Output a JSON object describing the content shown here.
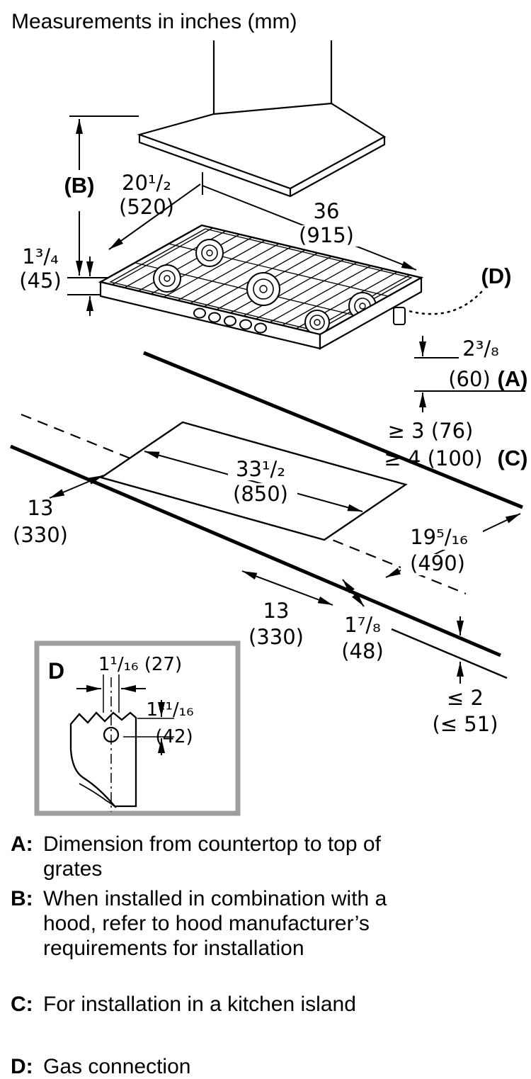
{
  "title": "Measurements in inches (mm)",
  "colors": {
    "ink": "#000000",
    "detail_box_border": "#9e9e9e"
  },
  "labels": {
    "b": "(B)",
    "d": "(D)",
    "a": "(A)",
    "c": "(C)",
    "detail": "D"
  },
  "dims": {
    "hood_width": {
      "v": "20¹/₂",
      "mm": "(520)"
    },
    "top_width": {
      "v": "36",
      "mm": "(915)"
    },
    "grate_h": {
      "v": "1³/₄",
      "mm": "(45)"
    },
    "a_height": {
      "v": "2³/₈",
      "mm": "(60)"
    },
    "min_back": "≥ 3 (76)",
    "min_island": "≥ 4 (100)",
    "cutout_w": {
      "v": "33¹/₂",
      "mm": "(850)"
    },
    "side_13": {
      "v": "13",
      "mm": "(330)"
    },
    "cutout_d": {
      "v": "19⁵/₁₆",
      "mm": "(490)"
    },
    "front_13": {
      "v": "13",
      "mm": "(330)"
    },
    "front_edge": {
      "v": "1⁷/₈",
      "mm": "(48)"
    },
    "thickness": {
      "v": "≤ 2",
      "mm": "(≤ 51)"
    },
    "detail_hole_x": "1¹/₁₆ (27)",
    "detail_hole_y": {
      "v": "1¹¹/₁₆",
      "mm": "(42)"
    }
  },
  "legend": {
    "a": {
      "key": "A:",
      "lines": [
        "Dimension from countertop to top of",
        "grates"
      ]
    },
    "b": {
      "key": "B:",
      "lines": [
        "When installed in combination with a",
        "hood, refer to hood manufacturer’s",
        "requirements for installation"
      ]
    },
    "c": {
      "key": "C:",
      "lines": [
        "For installation in a kitchen island"
      ]
    },
    "d": {
      "key": "D:",
      "lines": [
        "Gas connection"
      ]
    }
  }
}
